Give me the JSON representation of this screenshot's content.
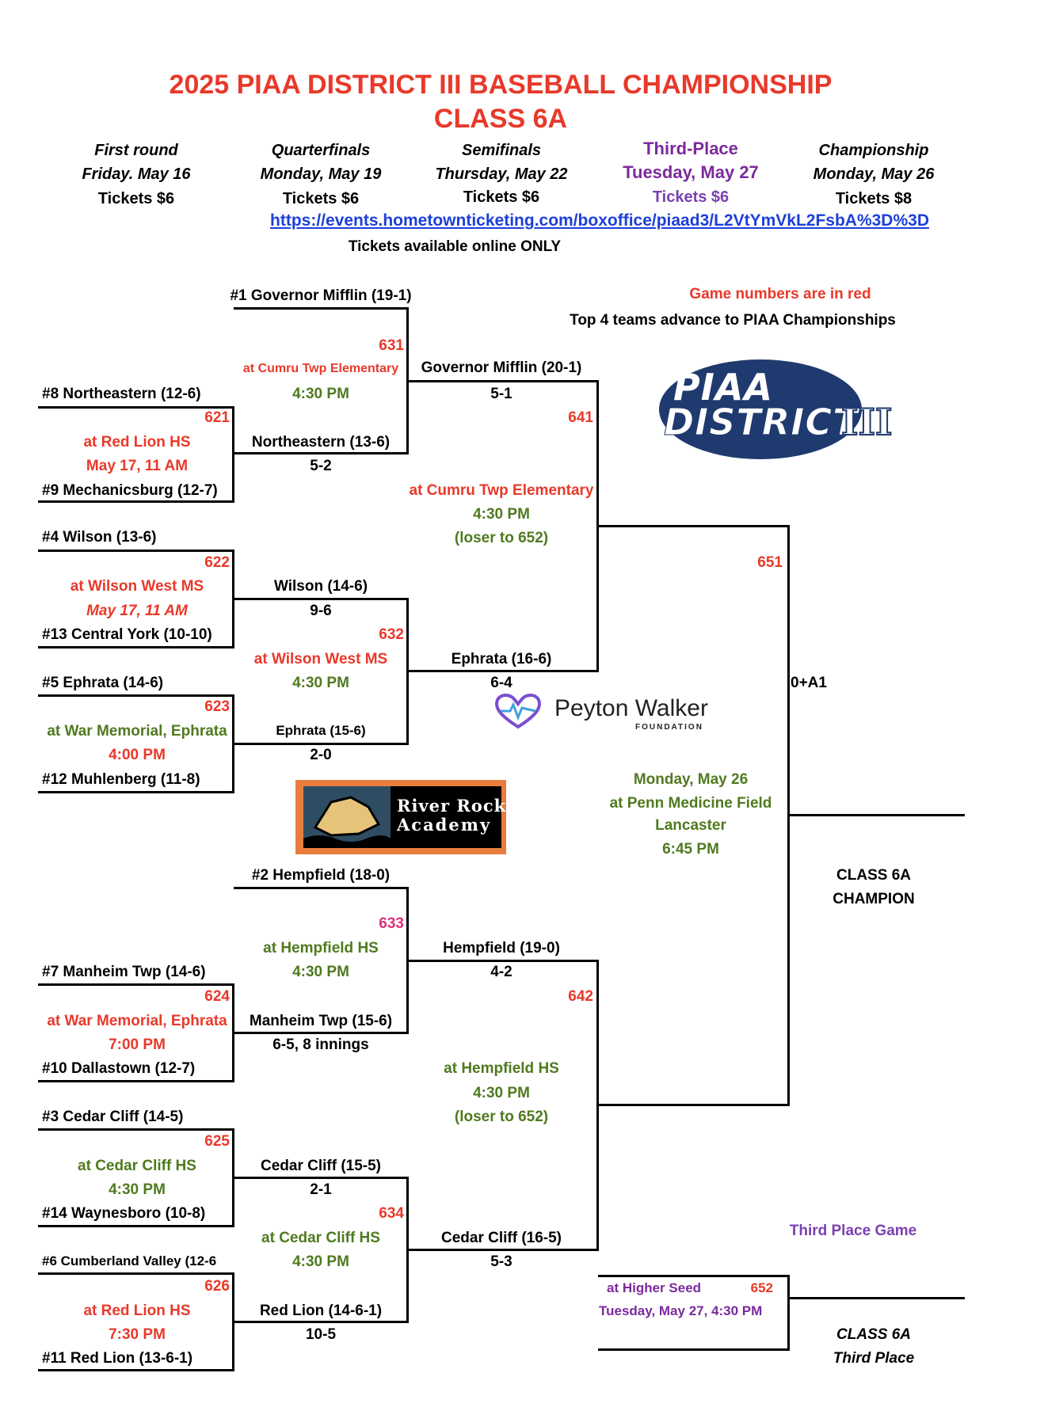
{
  "title": "2025 PIAA DISTRICT III BASEBALL CHAMPIONSHIP",
  "subtitle": "CLASS 6A",
  "rounds": [
    {
      "name": "First round",
      "date": "Friday. May 16",
      "tickets": "Tickets $6"
    },
    {
      "name": "Quarterfinals",
      "date": "Monday, May 19",
      "tickets": "Tickets $6"
    },
    {
      "name": "Semifinals",
      "date": "Thursday, May 22",
      "tickets": "Tickets $6"
    },
    {
      "name": "Third-Place",
      "date": "Tuesday, May 27",
      "tickets": "Tickets $6"
    },
    {
      "name": "Championship",
      "date": "Monday, May 26",
      "tickets": "Tickets $8"
    }
  ],
  "ticket_url": "https://events.hometownticketing.com/boxoffice/piaad3/L2VtYmVkL2FsbA%3D%3D",
  "ticket_note": "Tickets available online ONLY",
  "notes": {
    "game_numbers": "Game numbers are in red",
    "advance": "Top 4 teams advance to PIAA Championships"
  },
  "logos": {
    "piaa_line1": "PIAA",
    "piaa_line2": "DISTRICT",
    "piaa_line3": "III",
    "peyton_name": "Peyton Walker",
    "peyton_sub": "FOUNDATION",
    "river_line1": "River Rock",
    "river_line2": "Academy",
    "colors": {
      "piaa_blue": "#1f3a6e",
      "river_orange": "#e87d3e"
    }
  },
  "first_round": {
    "teams": [
      "#8 Northeastern (12-6)",
      "#9 Mechanicsburg (12-7)",
      "#4 Wilson (13-6)",
      "#13 Central York (10-10)",
      "#5 Ephrata (14-6)",
      "#12 Muhlenberg (11-8)",
      "#7 Manheim Twp (14-6)",
      "#10 Dallastown (12-7)",
      "#3 Cedar Cliff (14-5)",
      "#14 Waynesboro (10-8)",
      "#6 Cumberland Valley (12-6",
      "#11 Red Lion (13-6-1)"
    ],
    "games": [
      {
        "num": "621",
        "site": "at Red Lion HS",
        "time": "May 17, 11 AM"
      },
      {
        "num": "622",
        "site": "at Wilson West MS",
        "time": "May 17, 11 AM"
      },
      {
        "num": "623",
        "site": "at War Memorial, Ephrata",
        "time": "4:00 PM"
      },
      {
        "num": "624",
        "site": "at War Memorial, Ephrata",
        "time": "7:00 PM"
      },
      {
        "num": "625",
        "site": "at Cedar Cliff HS",
        "time": "4:30 PM"
      },
      {
        "num": "626",
        "site": "at Red Lion HS",
        "time": "7:30 PM"
      }
    ]
  },
  "quarterfinals": {
    "seeds": [
      "#1 Governor Mifflin (19-1)",
      "#2 Hempfield (18-0)"
    ],
    "winners": [
      {
        "team": "Northeastern (13-6)",
        "score": "5-2"
      },
      {
        "team": "Wilson (14-6)",
        "score": "9-6"
      },
      {
        "team": "Ephrata (15-6)",
        "score": "2-0"
      },
      {
        "team": "Manheim Twp (15-6)",
        "score": "6-5, 8 innings"
      },
      {
        "team": "Cedar Cliff (15-5)",
        "score": "2-1"
      },
      {
        "team": "Red Lion (14-6-1)",
        "score": "10-5"
      }
    ],
    "games": [
      {
        "num": "631",
        "site": "at Cumru Twp Elementary",
        "time": "4:30 PM"
      },
      {
        "num": "632",
        "site": "at Wilson West MS",
        "time": "4:30 PM"
      },
      {
        "num": "633",
        "site": "at Hempfield HS",
        "time": "4:30 PM"
      },
      {
        "num": "634",
        "site": "at Cedar Cliff HS",
        "time": "4:30 PM"
      }
    ]
  },
  "semifinals": {
    "winners": [
      {
        "team": "Governor Mifflin (20-1)",
        "score": "5-1"
      },
      {
        "team": "Ephrata (16-6)",
        "score": "6-4"
      },
      {
        "team": "Hempfield (19-0)",
        "score": "4-2"
      },
      {
        "team": "Cedar Cliff (16-5)",
        "score": "5-3"
      }
    ],
    "games": [
      {
        "num": "641",
        "site": "at Cumru Twp Elementary",
        "time": "4:30 PM",
        "note": "(loser to 652)"
      },
      {
        "num": "642",
        "site": "at Hempfield HS",
        "time": "4:30 PM",
        "note": "(loser to 652)"
      }
    ]
  },
  "championship": {
    "num": "651",
    "cell": "0+A1",
    "date": "Monday, May 26",
    "site": "at Penn Medicine Field",
    "city": "Lancaster",
    "time": "6:45 PM",
    "label1": "CLASS 6A",
    "label2": "CHAMPION"
  },
  "third_place": {
    "title": "Third Place Game",
    "site": "at Higher Seed",
    "num": "652",
    "time": "Tuesday, May 27, 4:30 PM",
    "label1": "CLASS 6A",
    "label2": "Third Place"
  }
}
